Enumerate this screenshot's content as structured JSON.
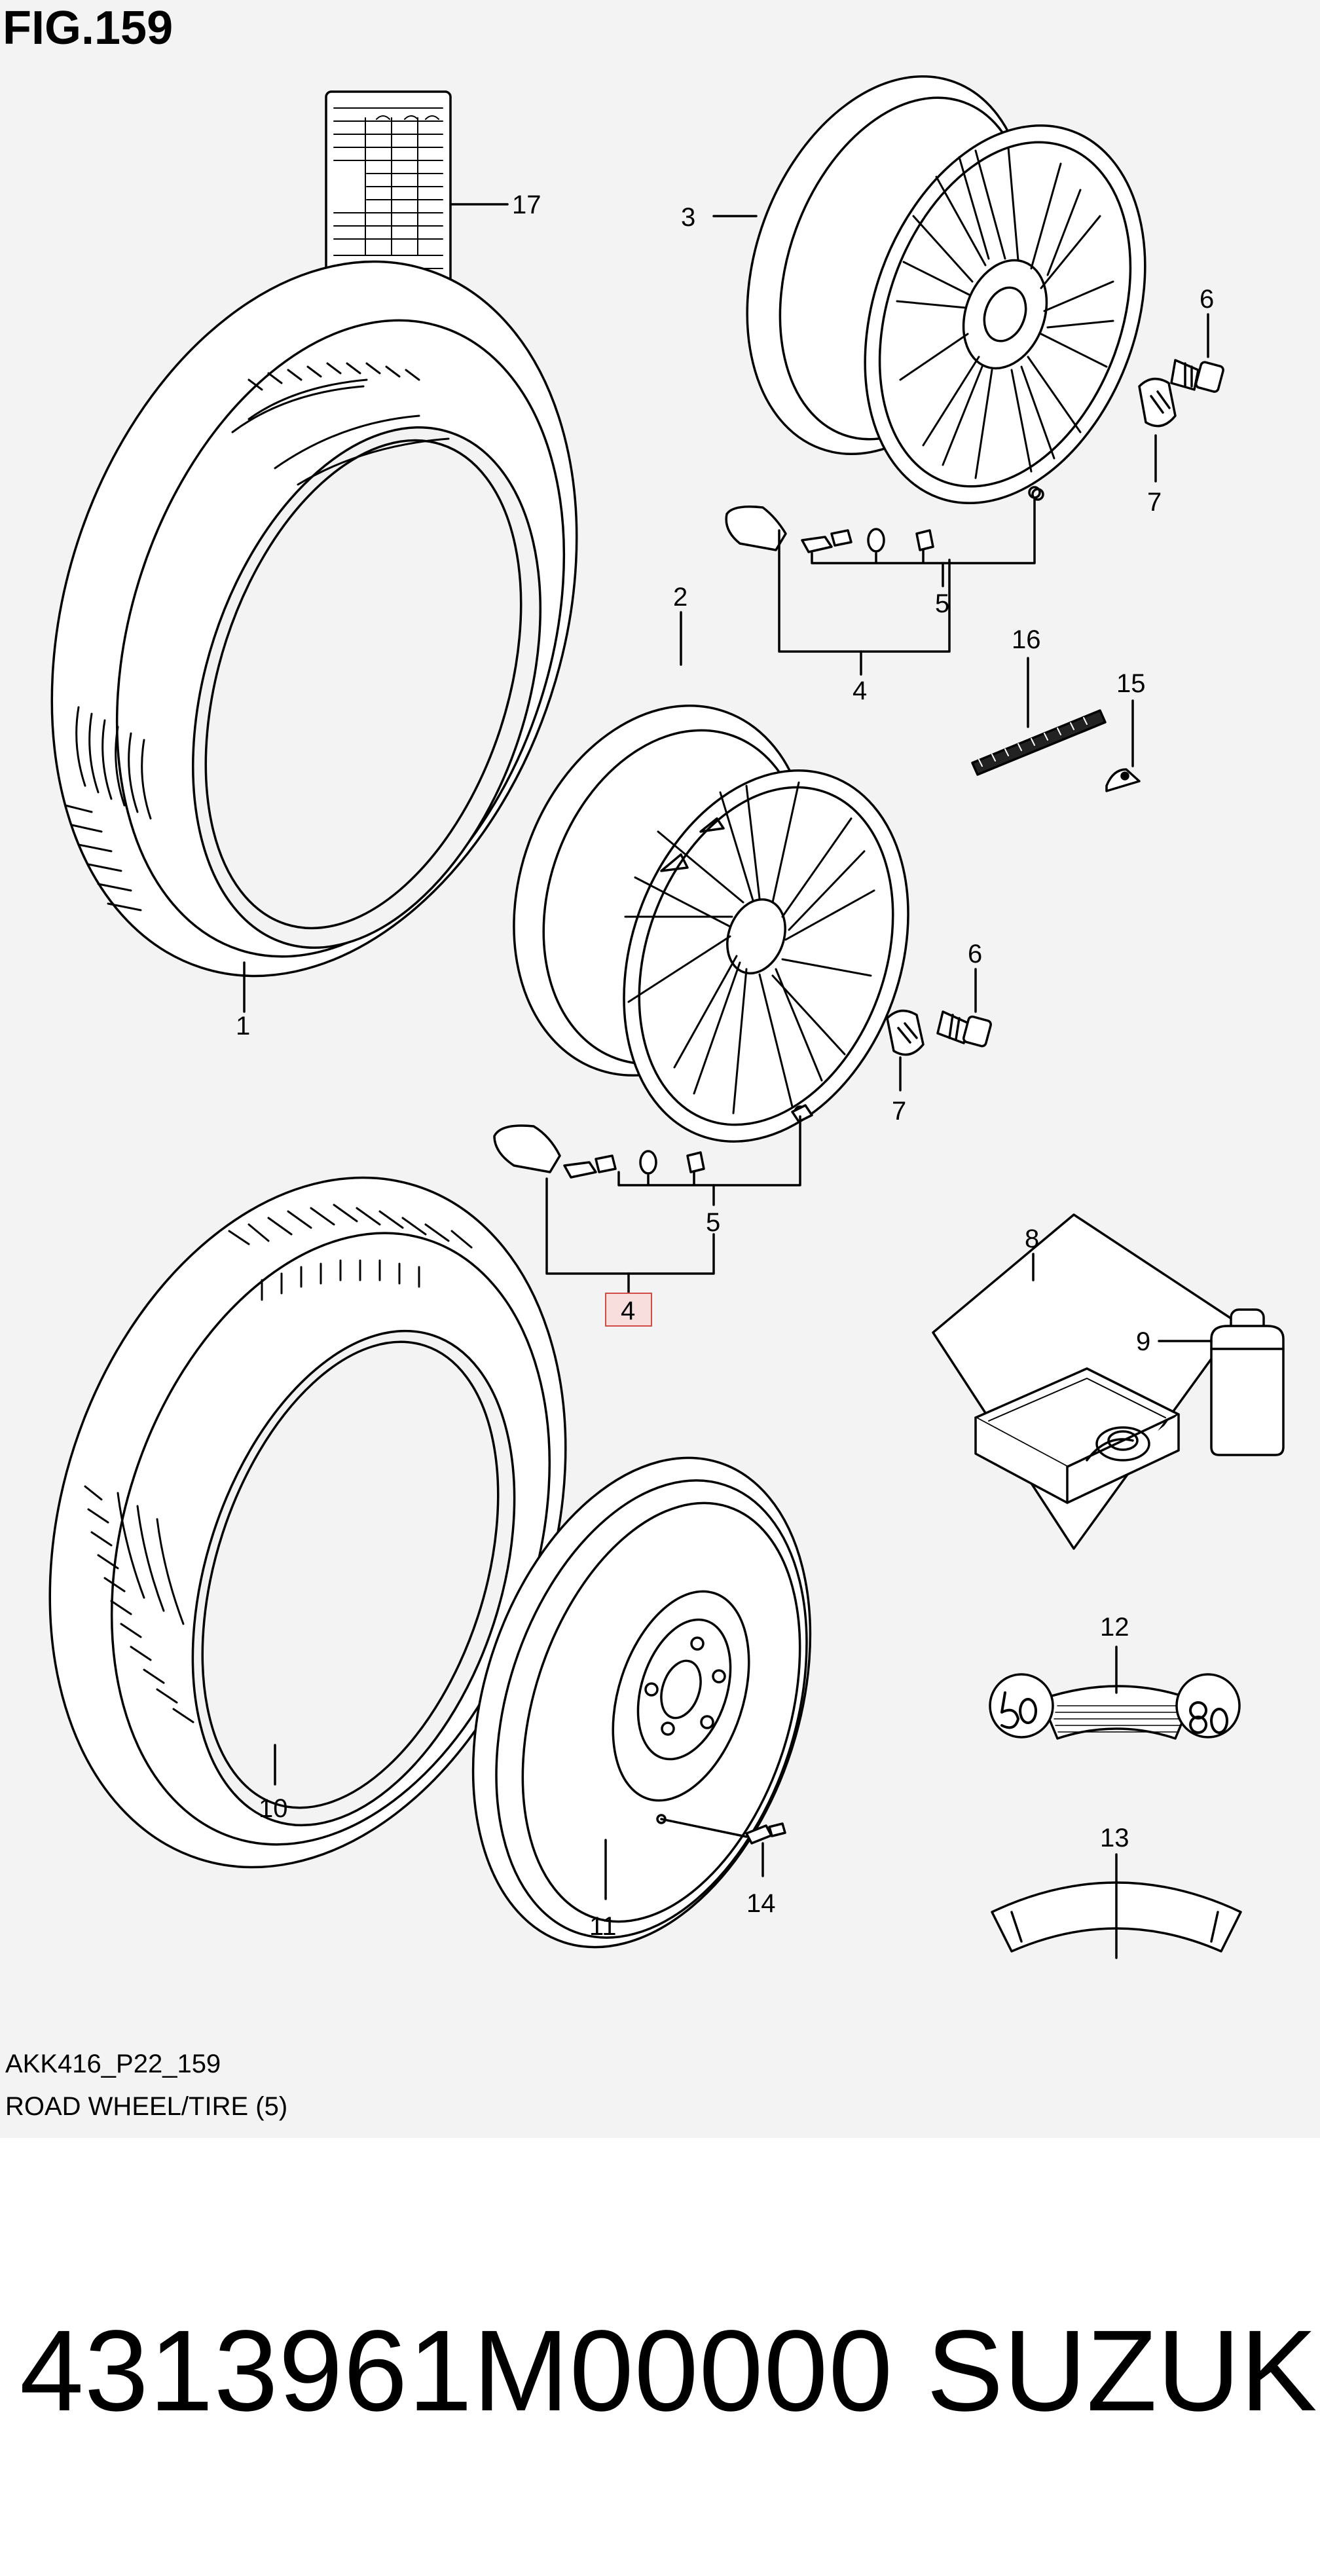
{
  "figure": {
    "title": "FIG.159",
    "code": "AKK416_P22_159",
    "description": "ROAD WHEEL/TIRE (5)"
  },
  "footer": {
    "part_number": "4313961M00000",
    "brand": "SUZUKI"
  },
  "callouts": {
    "c1": "1",
    "c2": "2",
    "c3": "3",
    "c4a": "4",
    "c4b": "4",
    "c5a": "5",
    "c5b": "5",
    "c6a": "6",
    "c6b": "6",
    "c7a": "7",
    "c7b": "7",
    "c8": "8",
    "c9": "9",
    "c10": "10",
    "c11": "11",
    "c12": "12",
    "c13": "13",
    "c14": "14",
    "c15": "15",
    "c16": "16",
    "c17": "17"
  },
  "colors": {
    "highlight_fill": "#f9dede",
    "highlight_stroke": "#d04a4a"
  }
}
